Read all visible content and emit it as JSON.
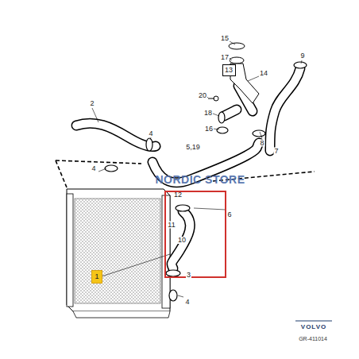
{
  "diagram": {
    "nodes": [
      {
        "text": [
          "13"
        ]
      },
      {
        "text": [
          "10",
          "3"
        ]
      },
      {
        "text": [
          "1"
        ]
      }
    ],
    "labels": [
      "15",
      "17",
      "9",
      "14",
      "20",
      "18",
      "16",
      "2",
      "4",
      "8",
      "7",
      "5,19",
      "4",
      "NORDIC STORE",
      "12",
      "6",
      "11",
      "4",
      "VOLVO",
      "GR-411014"
    ]
  }
}
